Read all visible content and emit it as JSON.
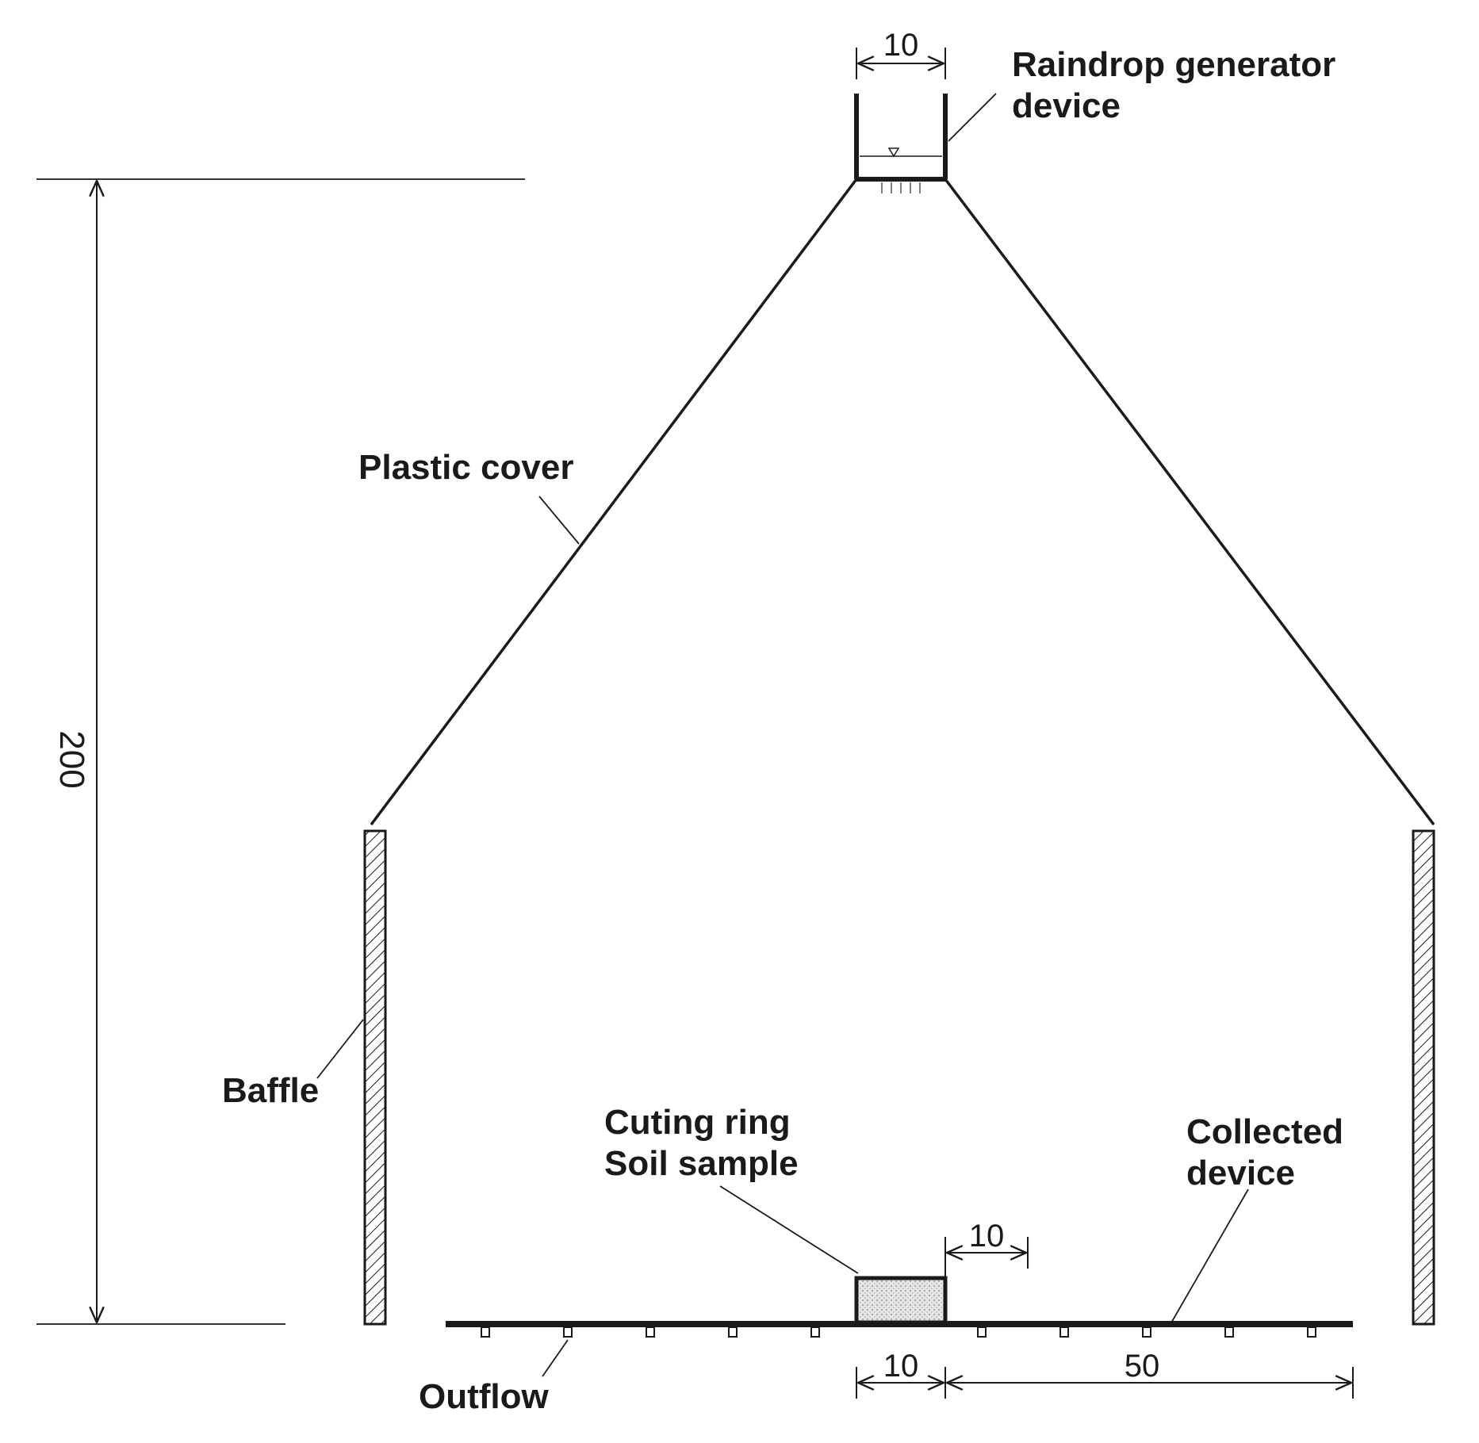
{
  "labels": {
    "raindrop_generator_line1": "Raindrop generator",
    "raindrop_generator_line2": "device",
    "plastic_cover": "Plastic cover",
    "baffle": "Baffle",
    "cutting_ring_line1": "Cuting ring",
    "cutting_ring_line2": "Soil sample",
    "collected_device_line1": "Collected",
    "collected_device_line2": "device",
    "outflow": "Outflow"
  },
  "dimensions": {
    "generator_width": "10",
    "total_height": "200",
    "gap_right_of_sample": "10",
    "sample_width": "10",
    "half_platform": "50"
  },
  "colors": {
    "line": "#1a1a1a",
    "background": "#ffffff",
    "sample_fill": "#d8d8d8"
  }
}
